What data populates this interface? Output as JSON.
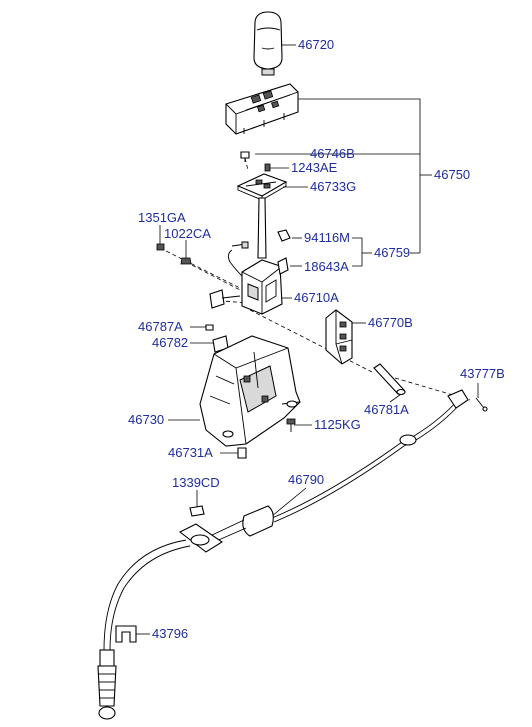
{
  "parts": {
    "p46720": "46720",
    "p46750": "46750",
    "p46746B": "46746B",
    "p1243AE": "1243AE",
    "p46733G": "46733G",
    "p1351GA": "1351GA",
    "p1022CA": "1022CA",
    "p94116M": "94116M",
    "p46759": "46759",
    "p18643A": "18643A",
    "p46710A": "46710A",
    "p46787A": "46787A",
    "p46770B": "46770B",
    "p46782": "46782",
    "p43777B": "43777B",
    "p46781A": "46781A",
    "p46730": "46730",
    "p1125KG": "1125KG",
    "p46731A": "46731A",
    "p1339CD": "1339CD",
    "p46790": "46790",
    "p43796": "43796"
  },
  "colors": {
    "label": "#1f2d9e",
    "line": "#000000",
    "background": "#ffffff"
  }
}
